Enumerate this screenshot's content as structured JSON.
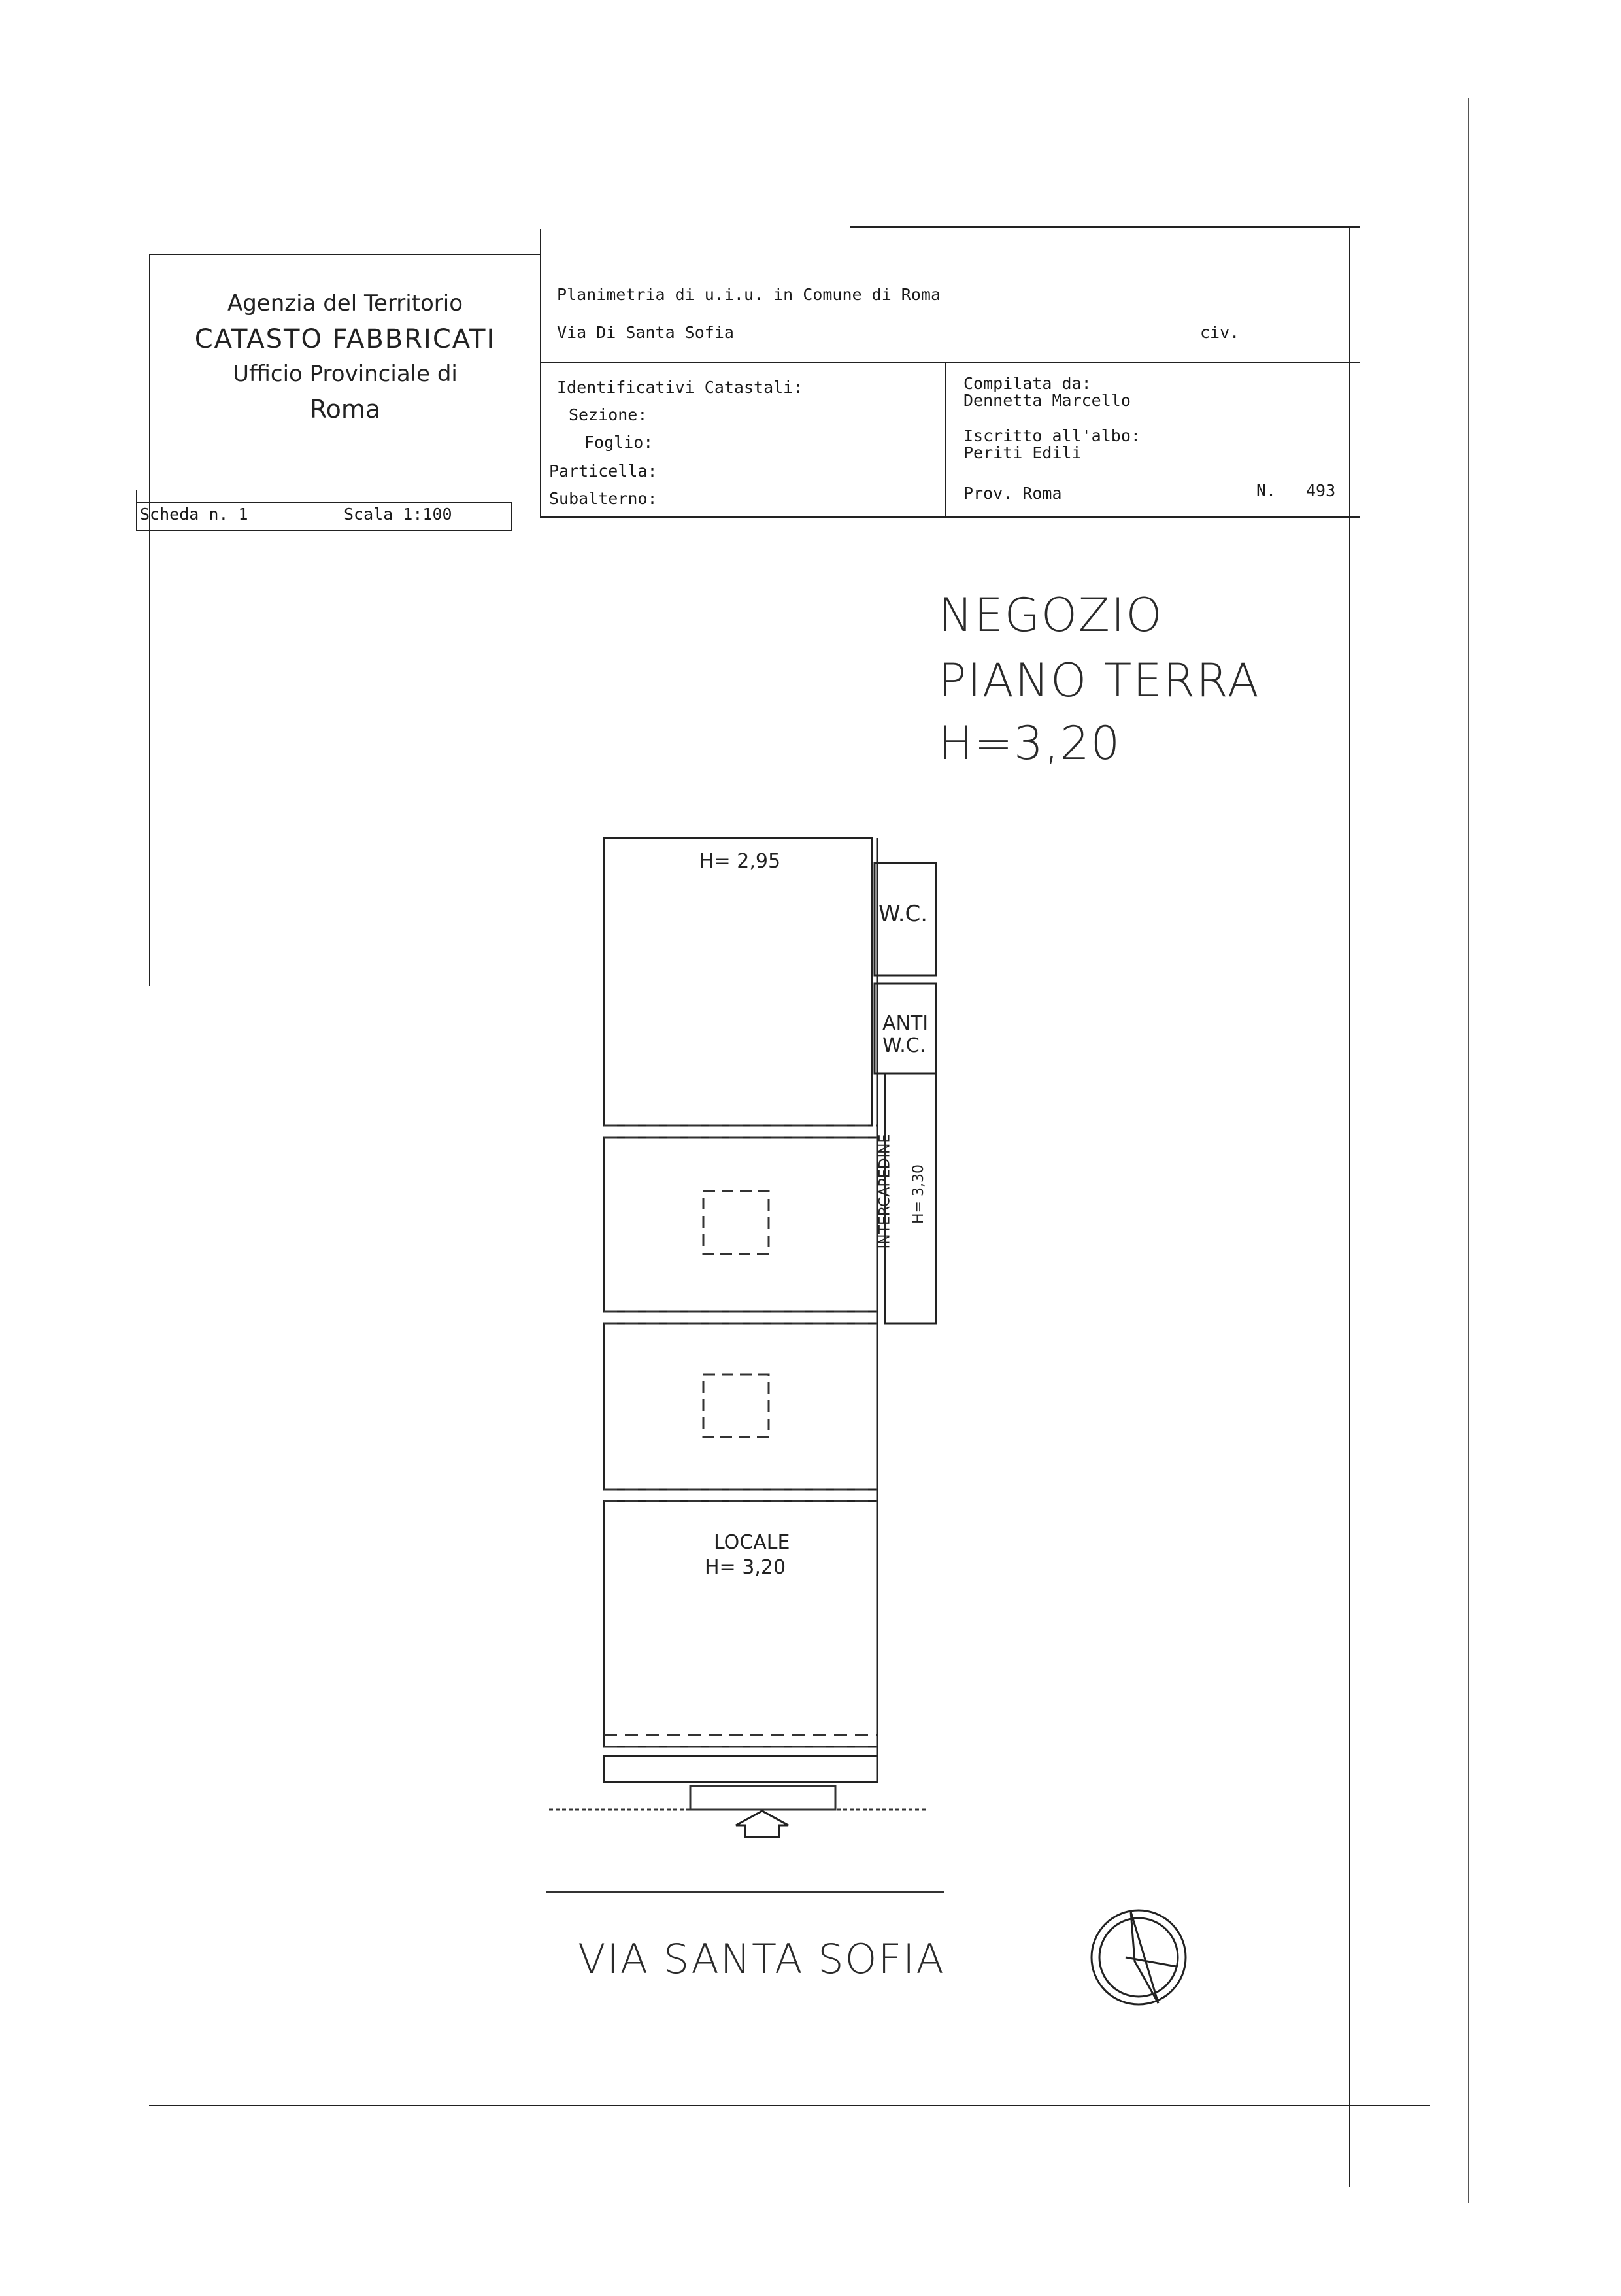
{
  "agency": {
    "line1": "Agenzia del Territorio",
    "line2": "CATASTO FABBRICATI",
    "line3": "Ufficio Provinciale di",
    "line4": "Roma"
  },
  "sheet": {
    "scheda": "Scheda n. 1",
    "scala": "Scala 1:100"
  },
  "header": {
    "planimetria": "Planimetria di u.i.u. in Comune di Roma",
    "address": "Via Di Santa Sofia",
    "civ": "civ."
  },
  "identificativi": {
    "title": "Identificativi Catastali:",
    "sezione": "Sezione:",
    "foglio": "Foglio:",
    "particella": "Particella:",
    "subalterno": "Subalterno:"
  },
  "compilata": {
    "label": "Compilata da:",
    "name": "Dennetta Marcello",
    "iscritto": "Iscritto all'albo:",
    "albo": "Periti Edili",
    "prov": "Prov. Roma",
    "n_label": "N.",
    "n_value": "493"
  },
  "plan": {
    "title1": "NEGOZIO",
    "title2": "PIANO TERRA",
    "title3": "H=3,20",
    "room_top_h": "H= 2,95",
    "wc": "W.C.",
    "anti1": "ANTI",
    "anti2": "W.C.",
    "intercapedine": "INTERCAPEDINE",
    "intercapedine_h": "H= 3,30",
    "locale": "LOCALE",
    "locale_h": "H= 3,20",
    "street": "VIA SANTA SOFIA"
  }
}
